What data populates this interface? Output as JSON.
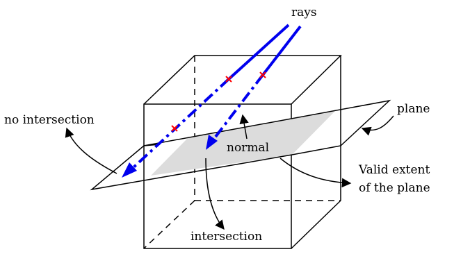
{
  "labels": {
    "rays": "rays",
    "no_intersection": "no intersection",
    "plane": "plane",
    "normal": "normal",
    "valid_extent_line1": "Valid extent",
    "valid_extent_line2": "of the plane",
    "intersection": "intersection"
  },
  "colors": {
    "ray": "#0000ee",
    "hit_marker": "#ff0000",
    "valid_region": "#dcdcdc",
    "line": "#000000",
    "background": "#ffffff"
  },
  "icons": {
    "hit_marker": "cross-marker",
    "arrowhead": "arrowhead"
  }
}
